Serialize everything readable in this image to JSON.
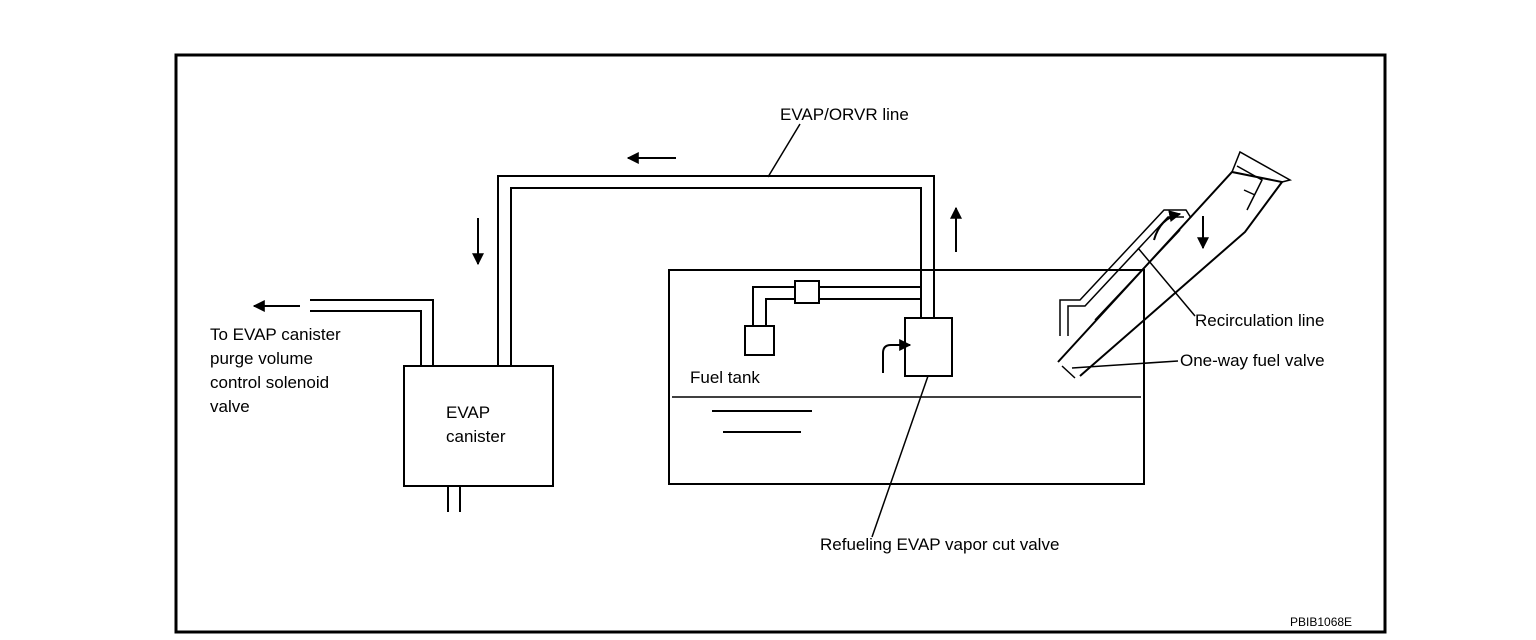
{
  "labels": {
    "evap_orvr_line": "EVAP/ORVR line",
    "to_purge_1": "To EVAP canister",
    "to_purge_2": "purge volume",
    "to_purge_3": "control solenoid",
    "to_purge_4": "valve",
    "canister_1": "EVAP",
    "canister_2": "canister",
    "fuel_tank": "Fuel tank",
    "recirculation_line": "Recirculation line",
    "one_way_valve": "One-way fuel valve",
    "vapor_cut_valve": "Refueling EVAP vapor cut valve",
    "figure_code": "PBIB1068E"
  }
}
